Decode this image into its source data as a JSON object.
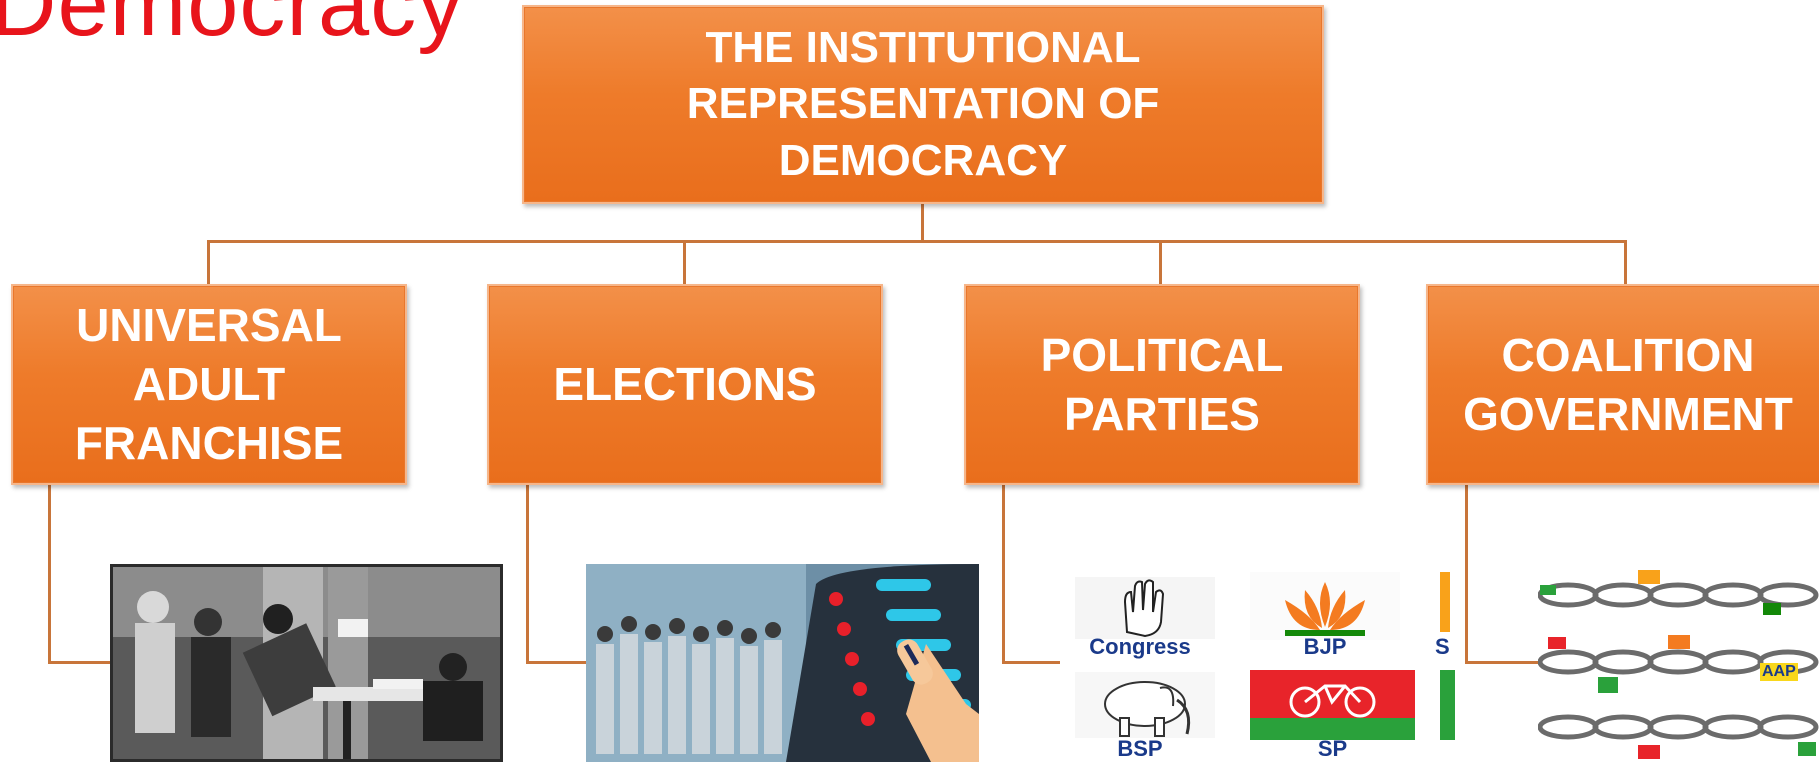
{
  "slide": {
    "title": "Democracy"
  },
  "diagram": {
    "root": "THE INSTITUTIONAL\nREPRESENTATION OF\nDEMOCRACY",
    "children": [
      {
        "label": "UNIVERSAL\nADULT\nFRANCHISE"
      },
      {
        "label": "ELECTIONS"
      },
      {
        "label": "POLITICAL\nPARTIES"
      },
      {
        "label": "COALITION\nGOVERNMENT"
      }
    ]
  },
  "party_logos": {
    "congress": "Congress",
    "bjp": "BJP",
    "bsp": "BSP",
    "sp": "SP",
    "partial": "S",
    "aap": "AAP"
  },
  "colors": {
    "title": "#e8141b",
    "box_fill": "#ee7b2a",
    "connector": "#c8753a"
  }
}
